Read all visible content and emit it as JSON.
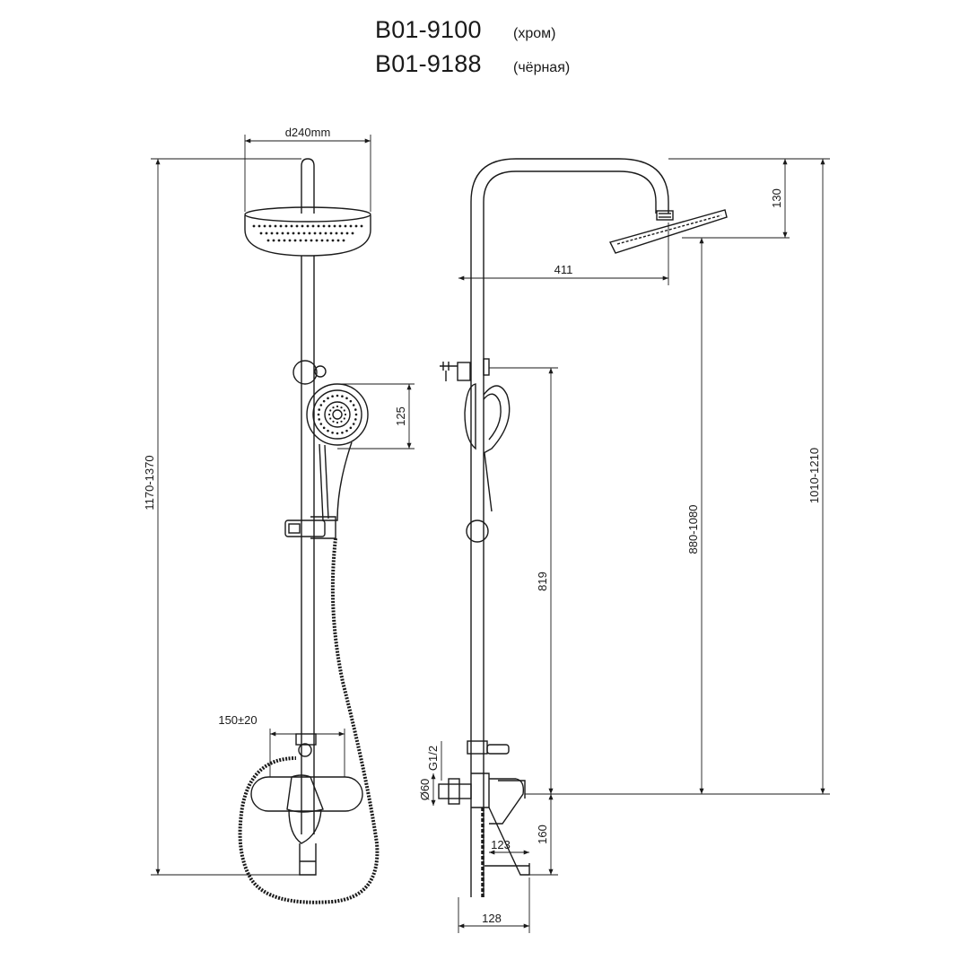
{
  "header": {
    "models": [
      {
        "code": "B01-9100",
        "finish": "(хром)"
      },
      {
        "code": "B01-9188",
        "finish": "(чёрная)"
      }
    ]
  },
  "dimensions": {
    "head_diameter": "d240mm",
    "total_height": "1170-1370",
    "hand_shower_height": "125",
    "mixer_spacing": "150±20",
    "arm_reach": "411",
    "head_drop": "130",
    "bar_to_spout": "819",
    "head_height_range": "880-1080",
    "top_height_range": "1010-1210",
    "thread": "G1/2",
    "flange_diameter": "Ø60",
    "mixer_depth": "123",
    "mixer_height": "160",
    "base_depth": "128"
  },
  "colors": {
    "line": "#1a1a1a",
    "background": "#ffffff"
  }
}
